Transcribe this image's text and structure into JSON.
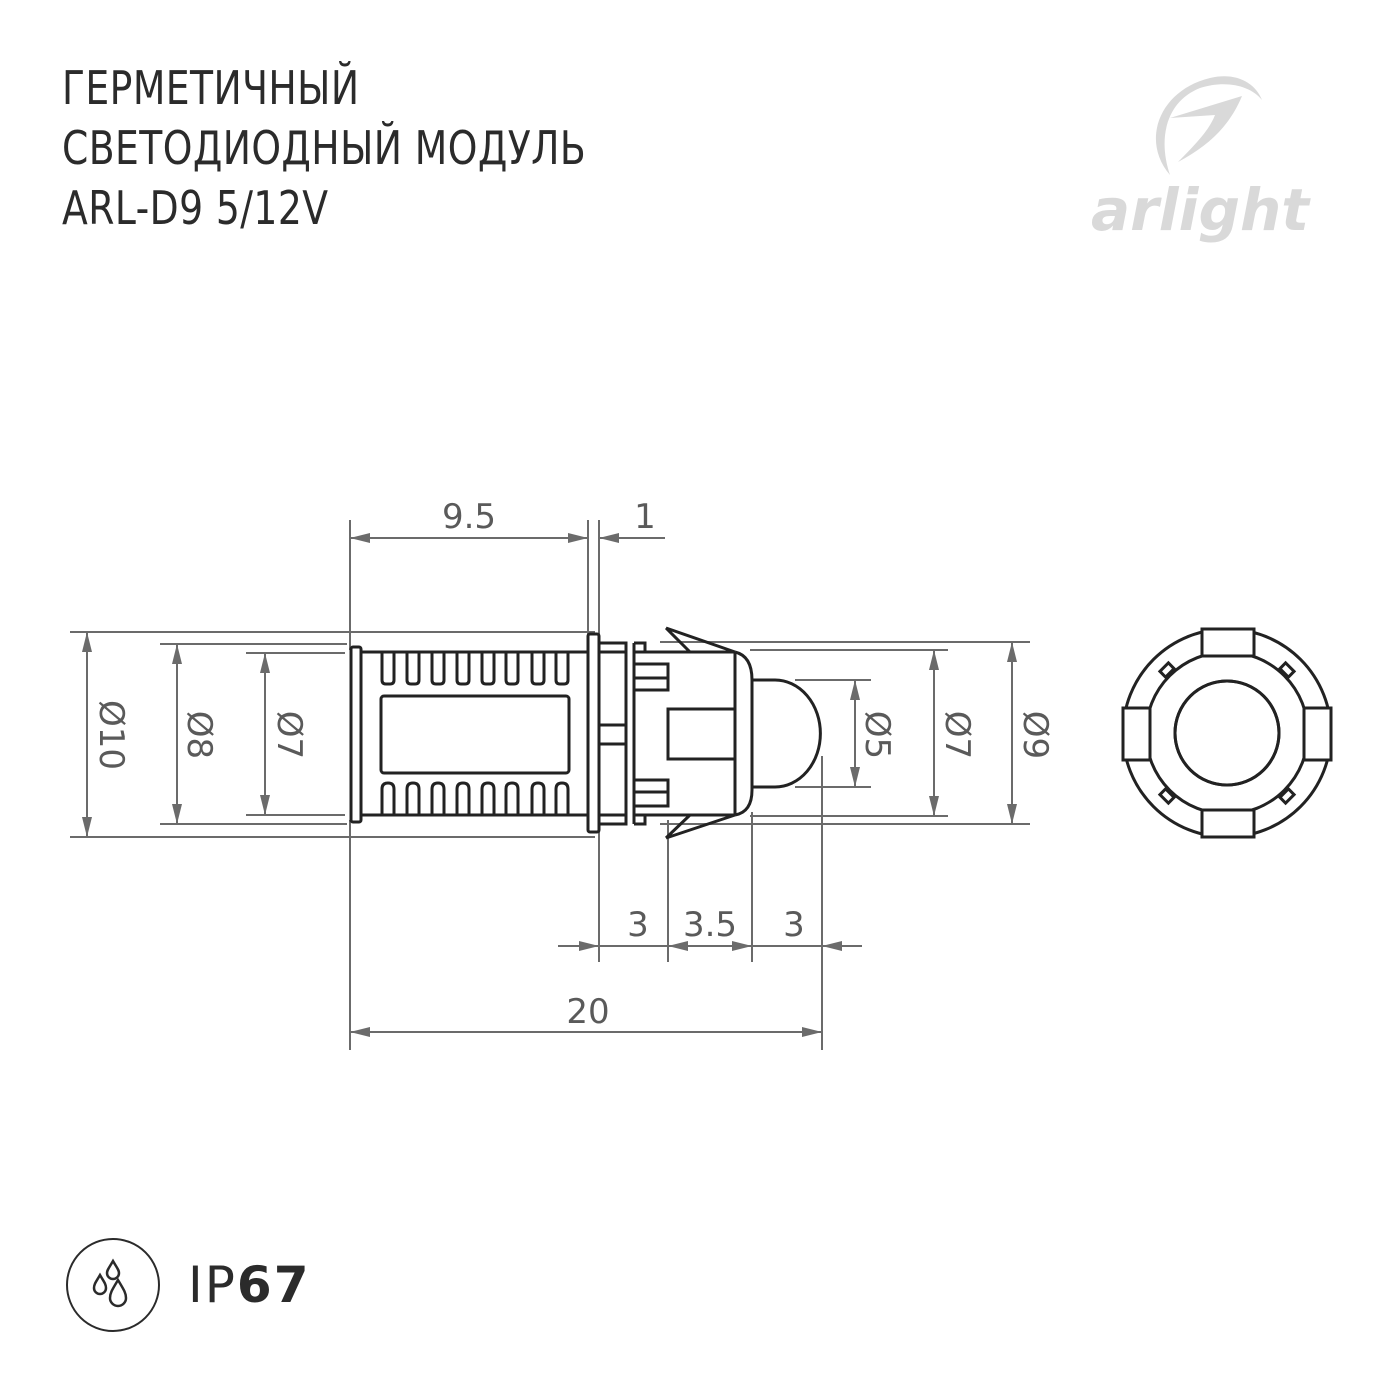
{
  "header": {
    "title_lines": [
      "ГЕРМЕТИЧНЫЙ",
      "СВЕТОДИОДНЫЙ МОДУЛЬ",
      "ARL-D9 5/12V"
    ]
  },
  "logo": {
    "text": "arlight",
    "icon": "arlight-swoosh-icon",
    "color": "#d9d9d9"
  },
  "drawing": {
    "colors": {
      "outline": "#222222",
      "dimension": "#6b6b6b"
    },
    "side_view": {
      "dimensions_horizontal": {
        "top": [
          "9.5",
          "1"
        ],
        "bottom_segments": [
          "3",
          "3.5",
          "3"
        ],
        "overall": "20"
      },
      "diameters_left": [
        "Ø10",
        "Ø8",
        "Ø7"
      ],
      "diameters_right": [
        "Ø5",
        "Ø7",
        "Ø9"
      ]
    },
    "front_view": {
      "icon": "module-front-view"
    }
  },
  "rating": {
    "icon": "water-drops-icon",
    "prefix": "IP",
    "value": "67"
  }
}
